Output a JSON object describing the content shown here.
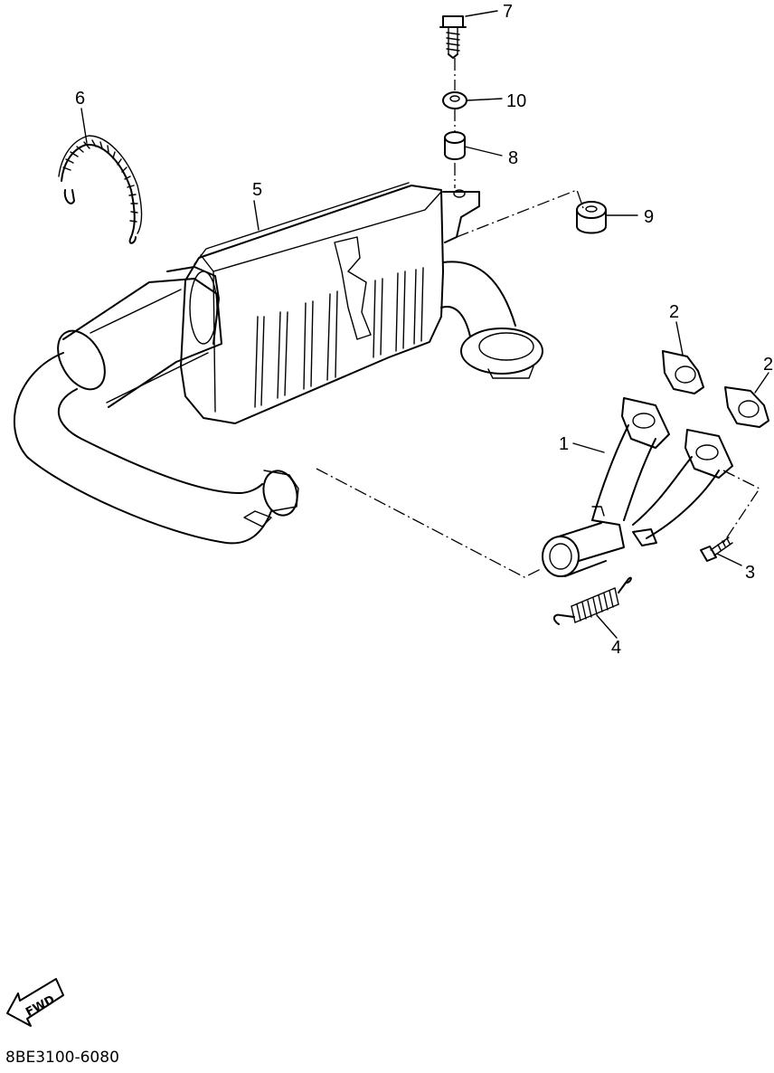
{
  "diagram": {
    "callouts": [
      {
        "id": "p1",
        "label": "1"
      },
      {
        "id": "p2a",
        "label": "2"
      },
      {
        "id": "p2b",
        "label": "2"
      },
      {
        "id": "p3",
        "label": "3"
      },
      {
        "id": "p4",
        "label": "4"
      },
      {
        "id": "p5",
        "label": "5"
      },
      {
        "id": "p6",
        "label": "6"
      },
      {
        "id": "p7",
        "label": "7"
      },
      {
        "id": "p8",
        "label": "8"
      },
      {
        "id": "p9",
        "label": "9"
      },
      {
        "id": "p10",
        "label": "10"
      }
    ],
    "fwd_label": "FWD",
    "drawing_code": "8BE3100-6080"
  }
}
